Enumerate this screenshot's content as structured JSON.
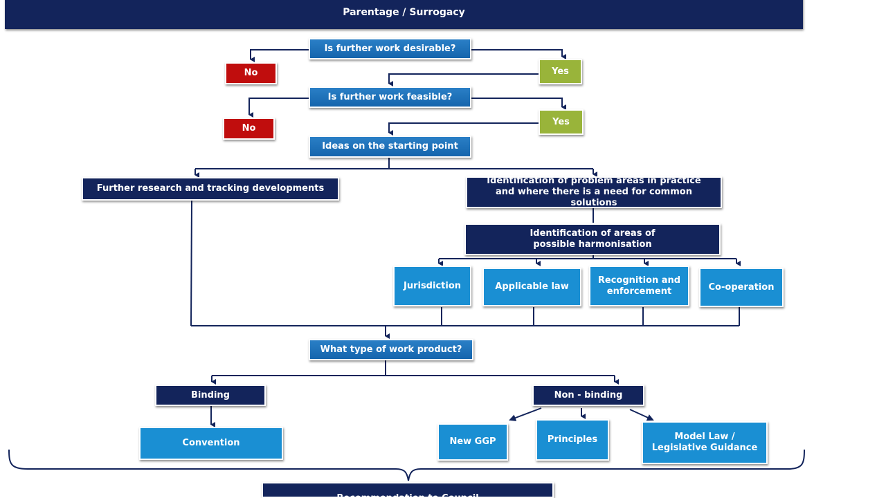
{
  "title": "Parentage / Surrogacy",
  "questions": {
    "desirable": "Is further work desirable?",
    "feasible": "Is further work feasible?"
  },
  "answers": {
    "no": "No",
    "yes": "Yes"
  },
  "starting_point": "Ideas on the starting point",
  "further_research": "Further research and tracking developments",
  "problem_areas": "Identification of problem areas in practice and where there is a need for common solutions",
  "harmonisation": "Identification of areas of possible harmonisation",
  "areas": [
    "Jurisdiction",
    "Applicable law",
    "Recognition and enforcement",
    "Co-operation"
  ],
  "work_product": "What type of work product?",
  "binding": "Binding",
  "non_binding": "Non - binding",
  "convention": "Convention",
  "non_binding_options": [
    "New GGP",
    "Principles",
    "Model Law / Legislative Guidance"
  ],
  "recommendation": "Recommendation to Council",
  "colors": {
    "navy": "#13245b",
    "blue": "#1f6fb5",
    "cyan": "#1a8fd3",
    "red": "#c00d0d",
    "green": "#99b43a"
  }
}
